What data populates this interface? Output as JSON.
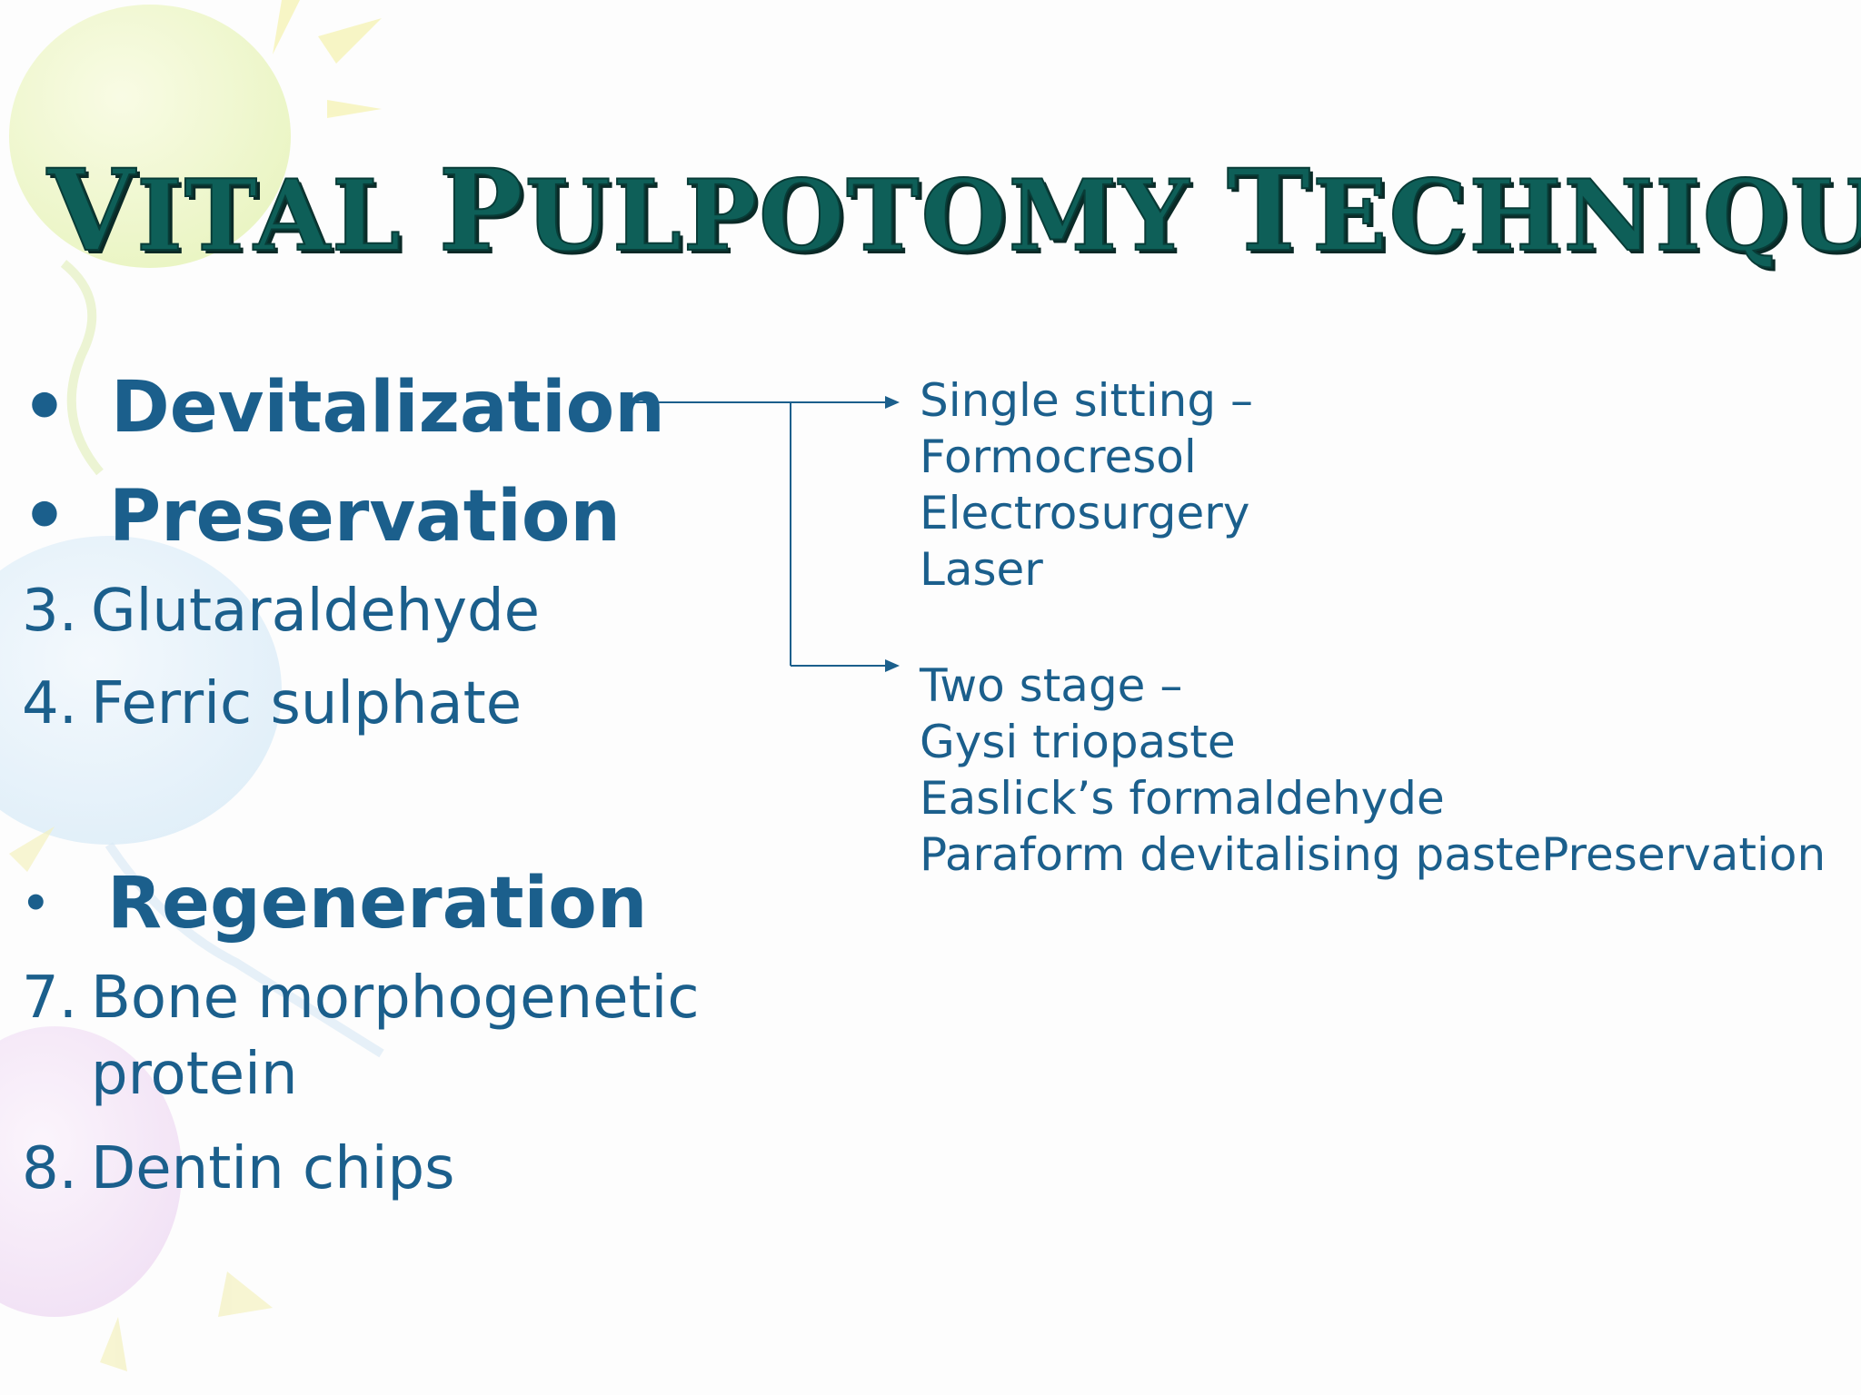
{
  "slide": {
    "title": {
      "word1_initial": "V",
      "word1_rest": "ital ",
      "word2_initial": "p",
      "word2_rest": "ulpotomy ",
      "word3_initial": "t",
      "word3_rest": "echnique"
    },
    "left_list": {
      "bullet_symbol": "•",
      "devitalization": "Devitalization",
      "preservation": "Preservation",
      "item3_number": "3.",
      "item3_text": "Glutaraldehyde",
      "item4_number": "4.",
      "item4_text": "Ferric sulphate",
      "small_bullet_symbol": "•",
      "regeneration": "Regeneration",
      "item7_number": "7.",
      "item7_text_line1": "Bone morphogenetic",
      "item7_text_line2": "protein",
      "item8_number": "8.",
      "item8_text": "Dentin chips"
    },
    "right_blocks": {
      "single_sitting": {
        "heading": "Single sitting –",
        "items": [
          "Formocresol",
          "Electrosurgery",
          "Laser"
        ]
      },
      "two_stage": {
        "heading": "Two stage –",
        "items": [
          "Gysi triopaste",
          "Easlick’s formaldehyde",
          "Paraform devitalising pastePreservation"
        ]
      }
    },
    "colors": {
      "title_fill": "#0e5f58",
      "text": "#1b5f8c",
      "arrow": "#1b5f8c"
    }
  }
}
